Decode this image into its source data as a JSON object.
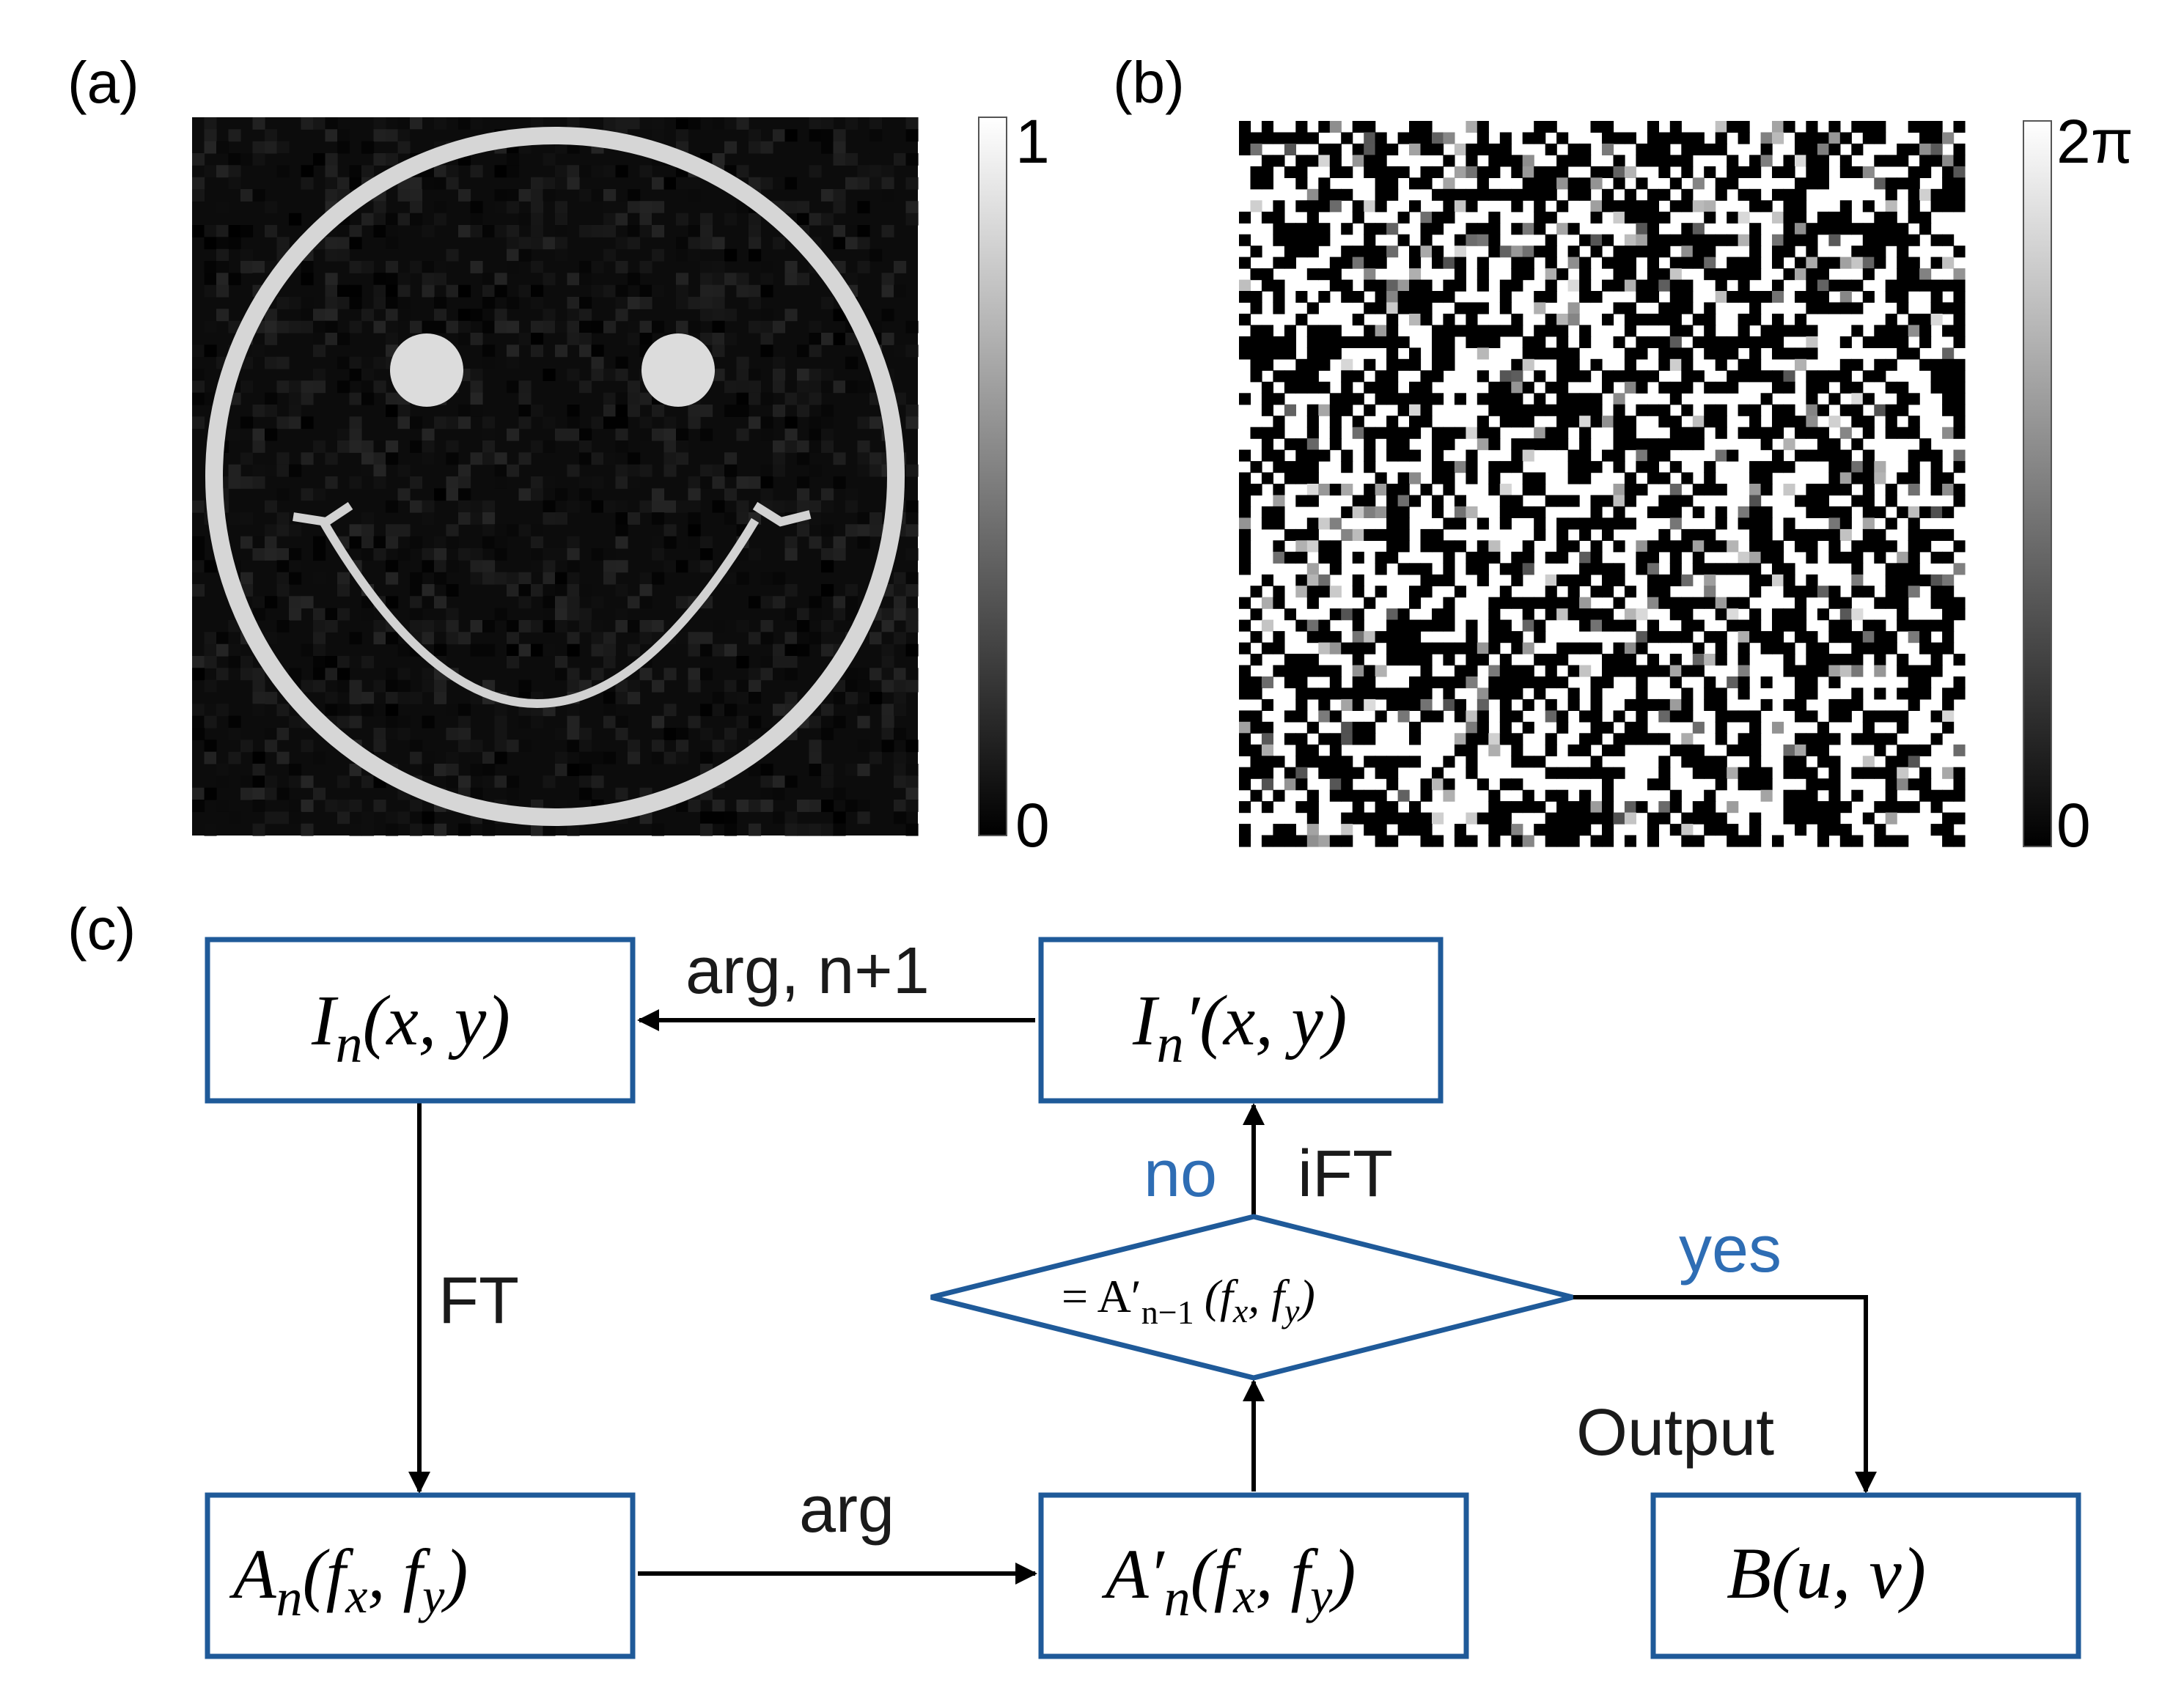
{
  "panels": {
    "a": {
      "label": "(a)",
      "colorbar_max": "1",
      "colorbar_min": "0"
    },
    "b": {
      "label": "(b)",
      "colorbar_max": "2π",
      "colorbar_min": "0"
    },
    "c": {
      "label": "(c)"
    }
  },
  "colors": {
    "box_stroke": "#1f5a99",
    "blue_text": "#2e6db4",
    "image_bg": "#0c0c0c"
  },
  "flowchart": {
    "nodes": {
      "I_n": {
        "main": "I",
        "sub": "n",
        "rest": "(x, y)"
      },
      "I_n_prime": {
        "main": "I",
        "sub": "n",
        "prime": "′",
        "rest": "(x, y)"
      },
      "A_n": {
        "main": "A",
        "sub": "n",
        "rest": "(f",
        "sx": "x",
        "mid": ", f",
        "sy": "y",
        "end": ")"
      },
      "A_n_prime": {
        "main": "A′",
        "sub": "n",
        "rest": "(f",
        "sx": "x",
        "mid": ", f",
        "sy": "y",
        "end": ")"
      },
      "B": {
        "text": "B(u, v)"
      },
      "decision": {
        "prefix": "= A′",
        "sub": "n−1",
        "rest": "(f",
        "sx": "x",
        "mid": ", f",
        "sy": "y",
        "end": ")"
      }
    },
    "edges": {
      "arg_n1": "arg, n+1",
      "ft": "FT",
      "arg": "arg",
      "ift": "iFT",
      "no": "no",
      "yes": "yes",
      "output": "Output"
    }
  }
}
